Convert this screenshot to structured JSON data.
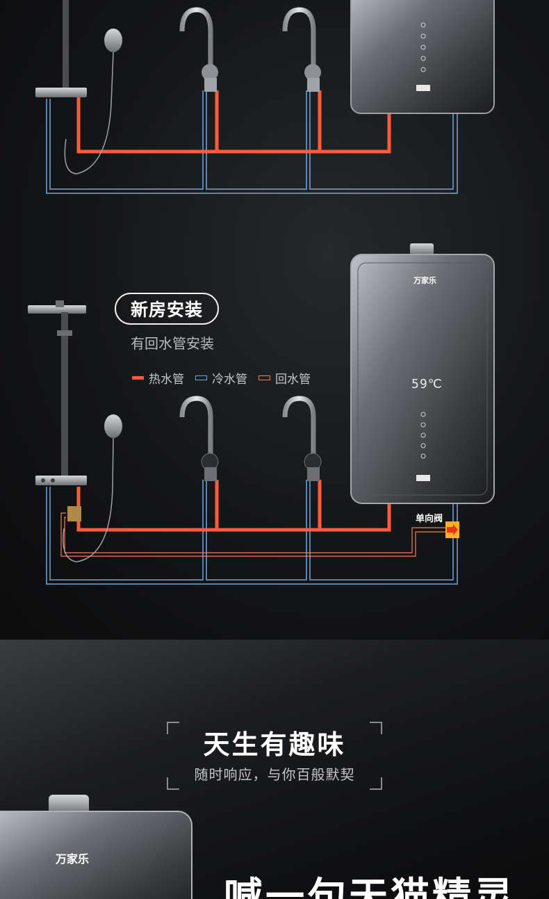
{
  "section1": {
    "badge": "新房安装",
    "subtitle": "有回水管安装",
    "legend": [
      {
        "label": "热水管",
        "type": "hot"
      },
      {
        "label": "冷水管",
        "type": "cold"
      },
      {
        "label": "回水管",
        "type": "return"
      }
    ],
    "valve_label": "单向阀",
    "heater_brand": "万家乐",
    "temperature_display": "59℃"
  },
  "section2": {
    "heading": "天生有趣味",
    "subheading": "随时响应，与你百般默契",
    "heater_brand": "万家乐",
    "big_heading": "喊一句天猫精灵"
  },
  "colors": {
    "hot_pipe": "#ff5a3c",
    "cold_pipe": "#6aa8e8",
    "return_pipe": "#ff7a55",
    "valve": "#ffb020"
  }
}
